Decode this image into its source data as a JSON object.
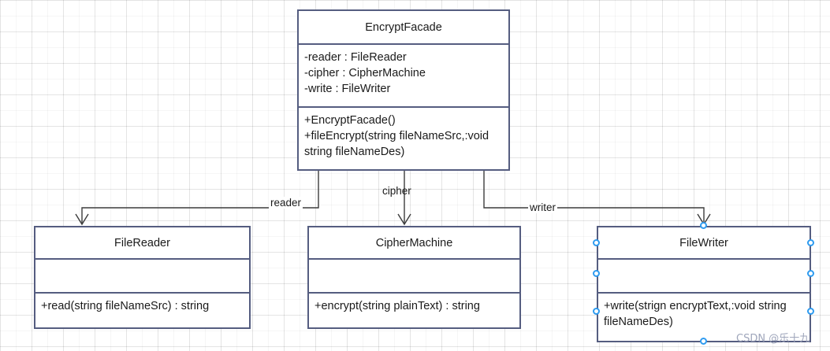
{
  "diagram": {
    "title": "EncryptFacade UML class diagram",
    "border_color": "#555d80",
    "handle_color": "#2e9bf0",
    "grid_color": "#e8e8e8",
    "background": "#ffffff"
  },
  "classes": {
    "encrypt_facade": {
      "name": "EncryptFacade",
      "attributes": [
        "-reader : FileReader",
        "-cipher : CipherMachine",
        "-write : FileWriter"
      ],
      "operations": [
        "+EncryptFacade()",
        "+fileEncrypt(string fileNameSrc,:void string fileNameDes)"
      ]
    },
    "file_reader": {
      "name": "FileReader",
      "attributes": [],
      "operations": [
        "+read(string fileNameSrc) : string"
      ]
    },
    "cipher_machine": {
      "name": "CipherMachine",
      "attributes": [],
      "operations": [
        "+encrypt(string plainText) : string"
      ]
    },
    "file_writer": {
      "name": "FileWriter",
      "attributes": [],
      "operations": [
        "+write(strign encryptText,:void string fileNameDes)"
      ],
      "selected": true
    }
  },
  "edges": [
    {
      "id": "reader",
      "label": "reader",
      "from": "encrypt_facade",
      "to": "file_reader"
    },
    {
      "id": "cipher",
      "label": "cipher",
      "from": "encrypt_facade",
      "to": "cipher_machine"
    },
    {
      "id": "writer",
      "label": "writer",
      "from": "encrypt_facade",
      "to": "file_writer"
    }
  ],
  "watermark": {
    "text": "CSDN @乐十九"
  }
}
